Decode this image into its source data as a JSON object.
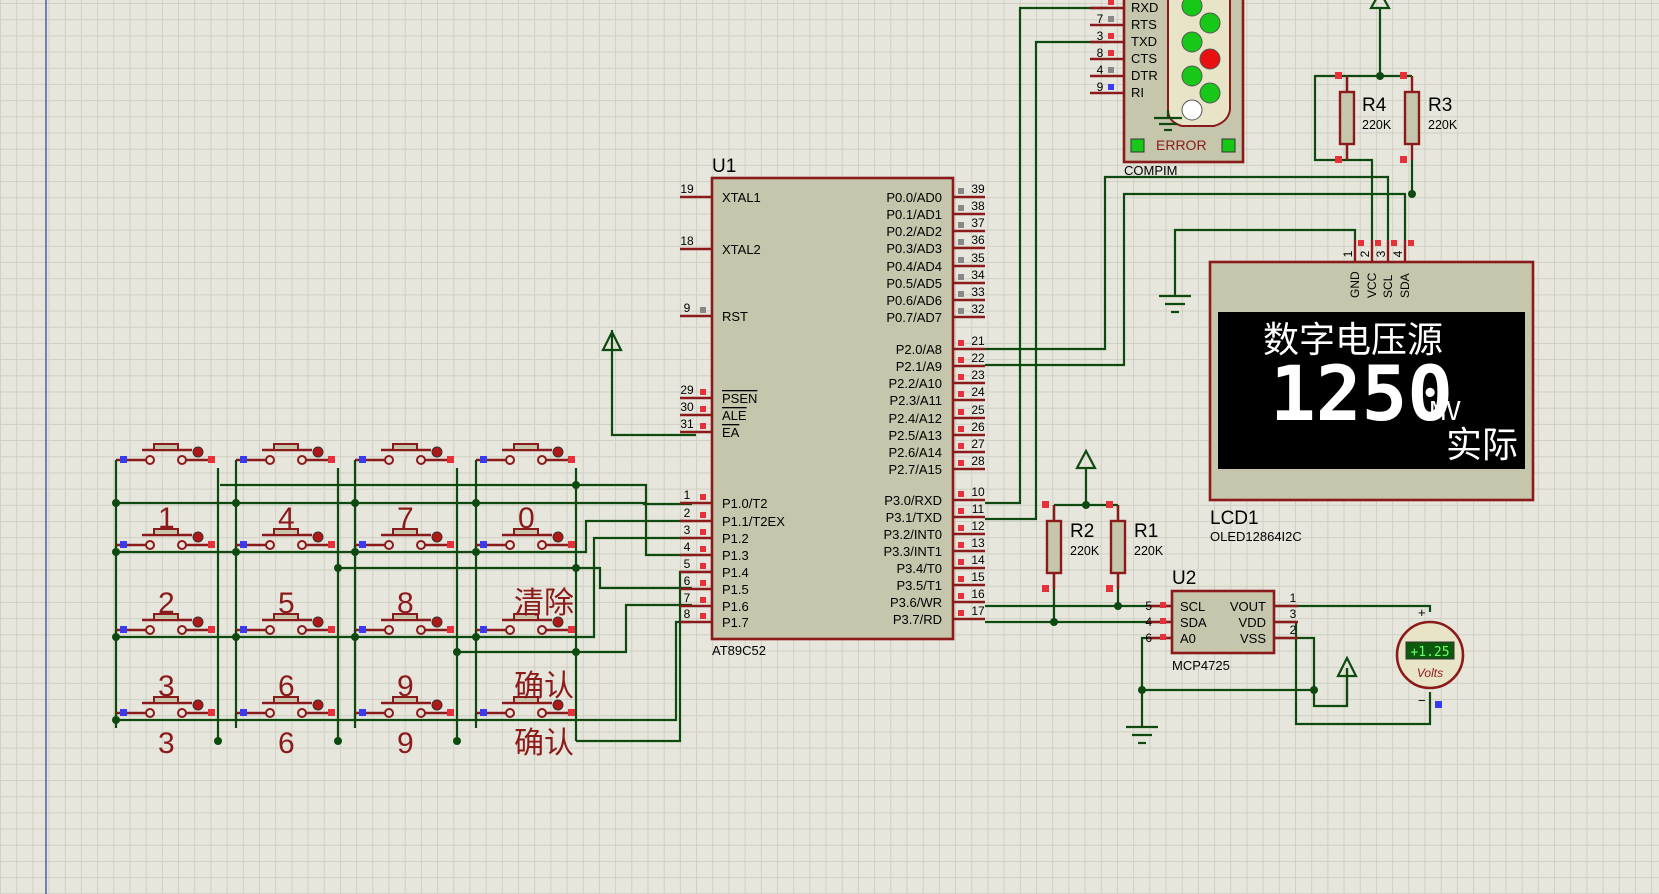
{
  "u1": {
    "ref": "U1",
    "part": "AT89C52",
    "left_pins": [
      {
        "num": "19",
        "name": "XTAL1"
      },
      {
        "num": "18",
        "name": "XTAL2"
      },
      {
        "num": "9",
        "name": "RST"
      },
      {
        "num": "29",
        "name": "PSEN"
      },
      {
        "num": "30",
        "name": "ALE"
      },
      {
        "num": "31",
        "name": "EA"
      },
      {
        "num": "1",
        "name": "P1.0/T2"
      },
      {
        "num": "2",
        "name": "P1.1/T2EX"
      },
      {
        "num": "3",
        "name": "P1.2"
      },
      {
        "num": "4",
        "name": "P1.3"
      },
      {
        "num": "5",
        "name": "P1.4"
      },
      {
        "num": "6",
        "name": "P1.5"
      },
      {
        "num": "7",
        "name": "P1.6"
      },
      {
        "num": "8",
        "name": "P1.7"
      }
    ],
    "right_pins": [
      {
        "num": "39",
        "name": "P0.0/AD0"
      },
      {
        "num": "38",
        "name": "P0.1/AD1"
      },
      {
        "num": "37",
        "name": "P0.2/AD2"
      },
      {
        "num": "36",
        "name": "P0.3/AD3"
      },
      {
        "num": "35",
        "name": "P0.4/AD4"
      },
      {
        "num": "34",
        "name": "P0.5/AD5"
      },
      {
        "num": "33",
        "name": "P0.6/AD6"
      },
      {
        "num": "32",
        "name": "P0.7/AD7"
      },
      {
        "num": "21",
        "name": "P2.0/A8"
      },
      {
        "num": "22",
        "name": "P2.1/A9"
      },
      {
        "num": "23",
        "name": "P2.2/A10"
      },
      {
        "num": "24",
        "name": "P2.3/A11"
      },
      {
        "num": "25",
        "name": "P2.4/A12"
      },
      {
        "num": "26",
        "name": "P2.5/A13"
      },
      {
        "num": "27",
        "name": "P2.6/A14"
      },
      {
        "num": "28",
        "name": "P2.7/A15"
      },
      {
        "num": "10",
        "name": "P3.0/RXD"
      },
      {
        "num": "11",
        "name": "P3.1/TXD"
      },
      {
        "num": "12",
        "name": "P3.2/INT0"
      },
      {
        "num": "13",
        "name": "P3.3/INT1"
      },
      {
        "num": "14",
        "name": "P3.4/T0"
      },
      {
        "num": "15",
        "name": "P3.5/T1"
      },
      {
        "num": "16",
        "name": "P3.6/WR"
      },
      {
        "num": "17",
        "name": "P3.7/RD"
      }
    ]
  },
  "compim": {
    "part": "COMPIM",
    "error_label": "ERROR",
    "pins": [
      {
        "num": "",
        "name": "RXD"
      },
      {
        "num": "7",
        "name": "RTS"
      },
      {
        "num": "3",
        "name": "TXD"
      },
      {
        "num": "8",
        "name": "CTS"
      },
      {
        "num": "4",
        "name": "DTR"
      },
      {
        "num": "9",
        "name": "RI"
      }
    ]
  },
  "resistors": [
    {
      "ref": "R4",
      "value": "220K"
    },
    {
      "ref": "R3",
      "value": "220K"
    },
    {
      "ref": "R2",
      "value": "220K"
    },
    {
      "ref": "R1",
      "value": "220K"
    }
  ],
  "lcd": {
    "ref": "LCD1",
    "part": "OLED12864I2C",
    "pin_nums": [
      "1",
      "2",
      "3",
      "4"
    ],
    "pin_names": [
      "GND",
      "VCC",
      "SCL",
      "SDA"
    ],
    "screen": {
      "line1": "数字电压源",
      "value": "1250",
      "unit": "MV",
      "line3": "实际"
    }
  },
  "u2": {
    "ref": "U2",
    "part": "MCP4725",
    "left_pins": [
      {
        "num": "5",
        "name": "SCL"
      },
      {
        "num": "4",
        "name": "SDA"
      },
      {
        "num": "6",
        "name": "A0"
      }
    ],
    "right_pins": [
      {
        "num": "1",
        "name": "VOUT"
      },
      {
        "num": "3",
        "name": "VDD"
      },
      {
        "num": "2",
        "name": "VSS"
      }
    ]
  },
  "voltmeter": {
    "reading": "+1.25",
    "unit": "Volts",
    "plus": "+",
    "minus": "−"
  },
  "keypad": {
    "labels": [
      "1",
      "4",
      "7",
      "0",
      "2",
      "5",
      "8",
      "清除",
      "3",
      "6",
      "9",
      "确认"
    ]
  },
  "colors": {
    "wire": "#0e4a10",
    "component_outline": "#8b1a1a",
    "component_fill": "#c6c6ad",
    "pin_red": "#e8303a",
    "pin_blue": "#3a3af0",
    "led_green": "#18c818",
    "led_red": "#e81010",
    "oled_screen": "#000000"
  }
}
